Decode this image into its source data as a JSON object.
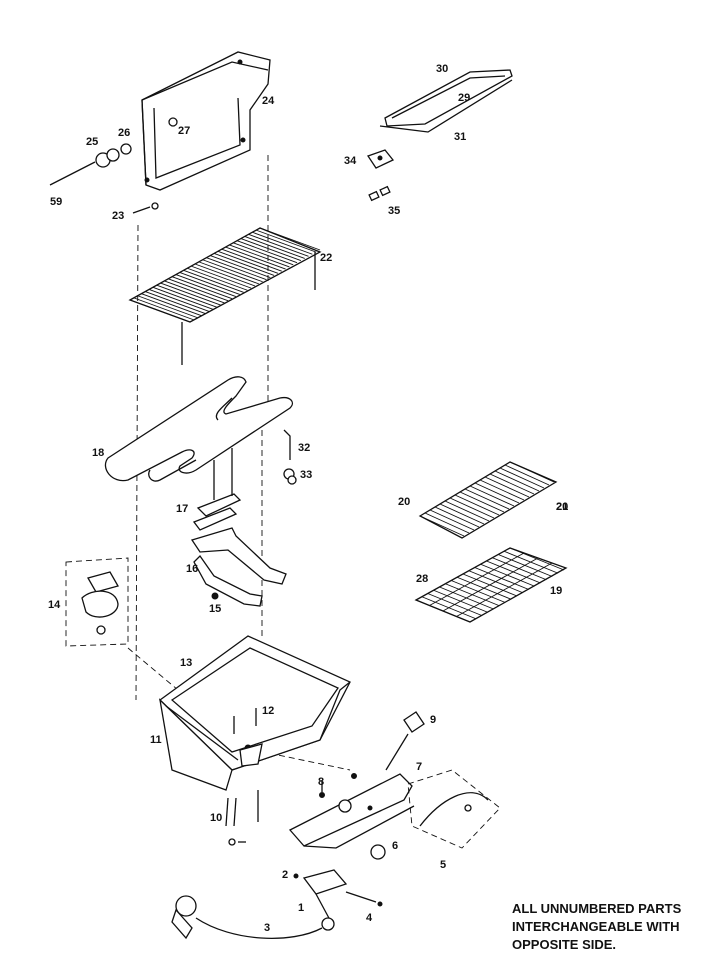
{
  "diagram": {
    "labels": [
      "1",
      "2",
      "3",
      "4",
      "5",
      "6",
      "7",
      "8",
      "9",
      "10",
      "11",
      "12",
      "13",
      "14",
      "15",
      "16",
      "17",
      "18",
      "19",
      "20",
      "20",
      "21",
      "22",
      "23",
      "24",
      "25",
      "26",
      "27",
      "28",
      "29",
      "30",
      "31",
      "32",
      "33",
      "34",
      "35",
      "59"
    ],
    "note_lines": [
      "ALL UNNUMBERED PARTS",
      "INTERCHANGEABLE WITH",
      "OPPOSITE SIDE."
    ]
  }
}
